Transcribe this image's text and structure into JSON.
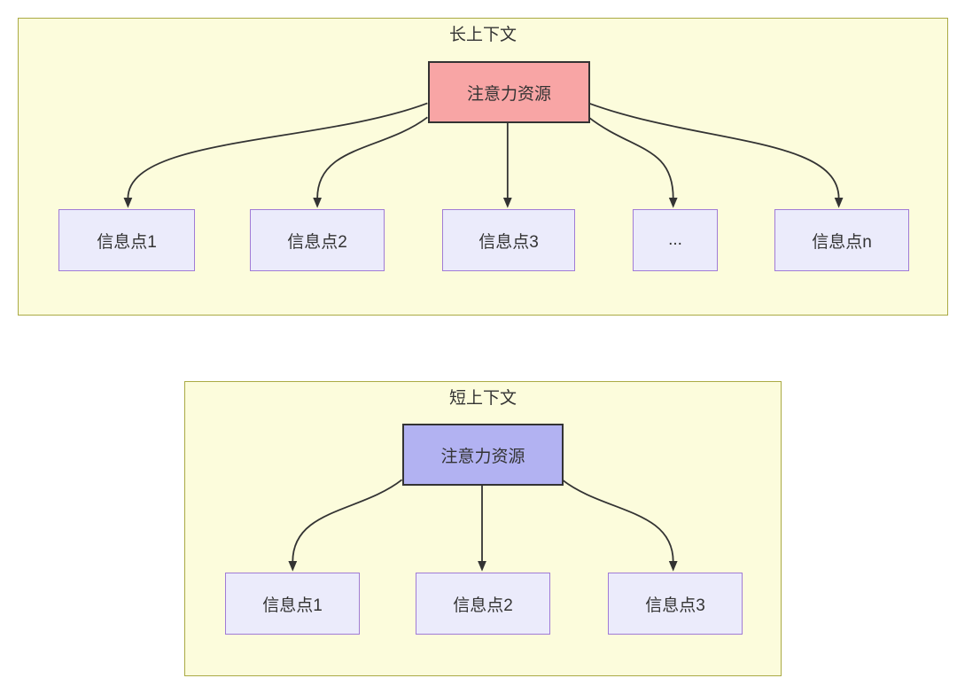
{
  "colors": {
    "page_background": "#ffffff",
    "panel_fill": "#fcfcdc",
    "panel_border": "#aaaa44",
    "long_root_fill": "#f8a5a5",
    "short_root_fill": "#b2b2f2",
    "info_node_fill": "#ebebfb",
    "info_node_border": "#a07bd6",
    "line_and_text": "#333333"
  },
  "long_context": {
    "title": "长上下文",
    "root_label": "注意力资源",
    "nodes": [
      {
        "label": "信息点1"
      },
      {
        "label": "信息点2"
      },
      {
        "label": "信息点3"
      },
      {
        "label": "..."
      },
      {
        "label": "信息点n"
      }
    ]
  },
  "short_context": {
    "title": "短上下文",
    "root_label": "注意力资源",
    "nodes": [
      {
        "label": "信息点1"
      },
      {
        "label": "信息点2"
      },
      {
        "label": "信息点3"
      }
    ]
  }
}
